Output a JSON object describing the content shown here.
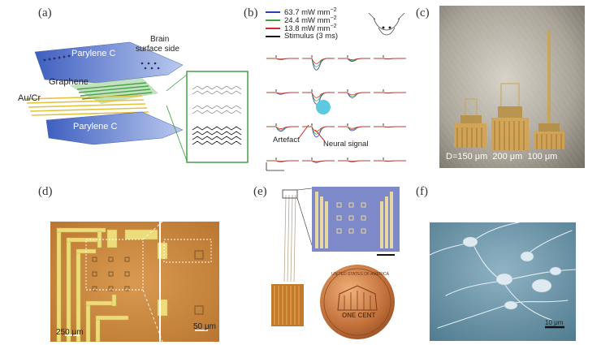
{
  "panels": {
    "a": {
      "label": "(a)",
      "layers": [
        "Parylene C",
        "Graphene",
        "Au/Cr",
        "Parylene C"
      ],
      "brain_side_line1": "Brain",
      "brain_side_line2": "surface side"
    },
    "b": {
      "label": "(b)",
      "legend": [
        {
          "label": "63.7 mW mm",
          "sup": "−2",
          "color": "#2b3fb5"
        },
        {
          "label": "24.4 mW mm",
          "sup": "−2",
          "color": "#3aa63a"
        },
        {
          "label": "13.8 mW mm",
          "sup": "−2",
          "color": "#d42a2a"
        },
        {
          "label": "Stimulus (3 ms)",
          "sup": "",
          "color": "#111111"
        }
      ],
      "annotations": {
        "artefact": "Artefact",
        "neural": "Neural signal"
      },
      "stim_color": "#5ec8e0"
    },
    "c": {
      "label": "(c)",
      "caption": "D=150 μm  200 μm  100 μm"
    },
    "d": {
      "label": "(d)",
      "scale_left": "250 μm",
      "scale_right": "50 μm"
    },
    "e": {
      "label": "(e)",
      "coin_top": "UNITED STATES OF AMERICA",
      "coin_bottom": "ONE CENT"
    },
    "f": {
      "label": "(f)",
      "scale": "10 μm"
    }
  }
}
